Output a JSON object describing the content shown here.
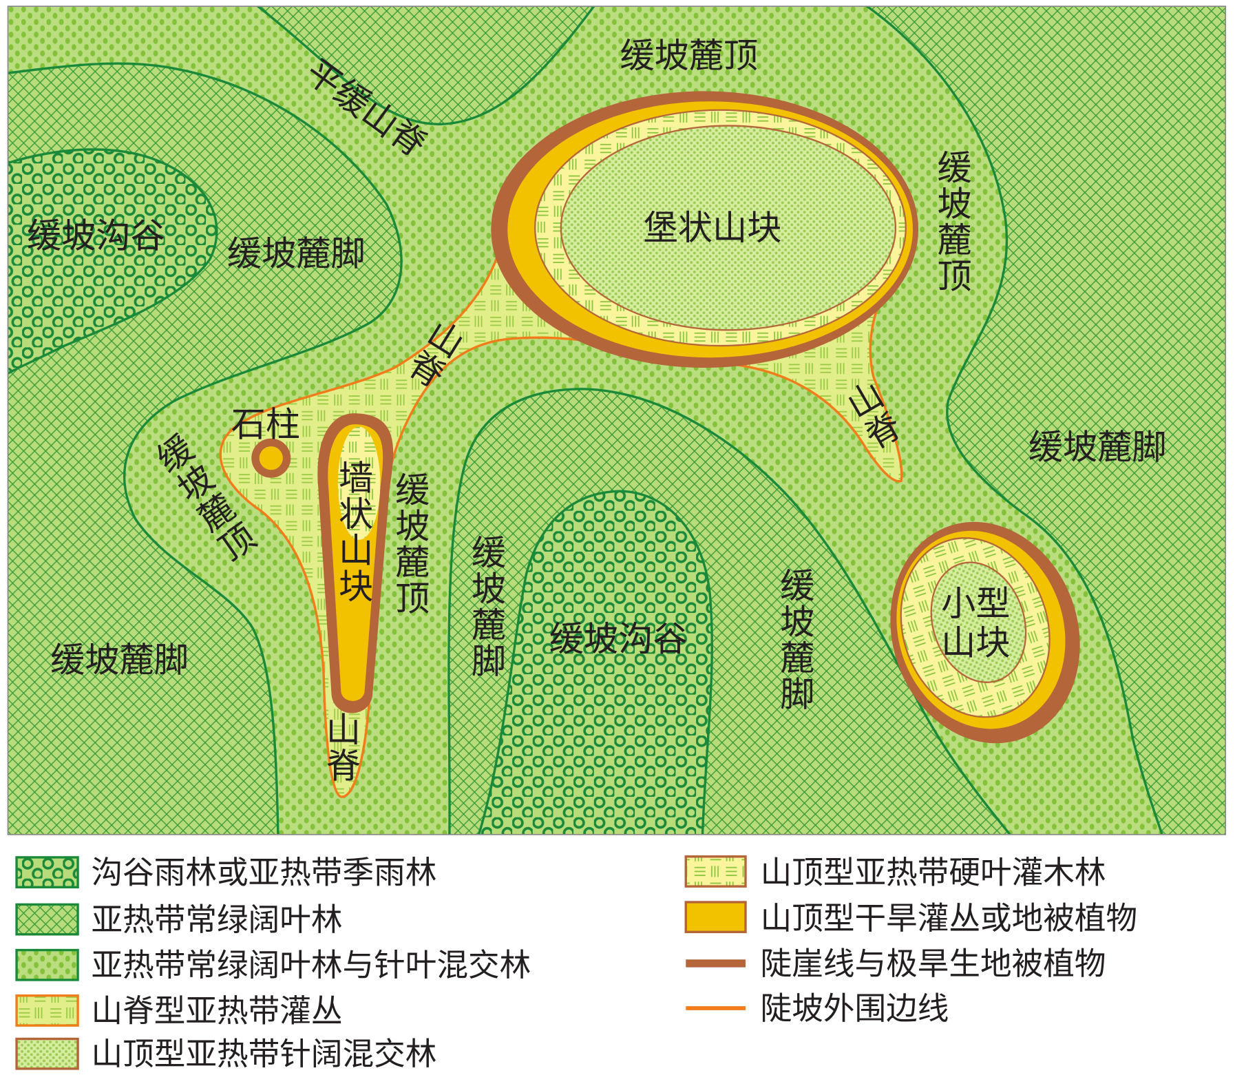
{
  "colors": {
    "rainforest_line": "#1a8a3a",
    "boundary_green": "#1a8a3a",
    "cliff_line": "#b5653a",
    "slope_outline": "#f07c1a",
    "dry_shrub": "#f2c200",
    "sclerophyll_bg": "#faf59c",
    "ridge_bg": "#e4ef8e",
    "forest_bg": "#b8dc7a"
  },
  "map": {
    "labels": {
      "top_summit": "缓坡麓顶",
      "gentle_ridge": "平缓山脊",
      "left_valley": "缓坡沟谷",
      "left_foot": "缓坡麓脚",
      "castle_massif": "堡状山块",
      "right_summit": "缓坡麓顶",
      "ridge_upper": "山脊",
      "stone_pillar": "石柱",
      "wall_massif": "墙状山块",
      "mid_summit": "缓坡麓顶",
      "left_summit": "缓坡麓顶",
      "ridge_right": "山脊",
      "right_foot": "缓坡麓脚",
      "mid_foot": "缓坡麓脚",
      "center_valley": "缓坡沟谷",
      "center_right_foot": "缓坡麓脚",
      "small_massif_1": "小型",
      "small_massif_2": "山块",
      "bottom_left_foot": "缓坡麓脚",
      "ridge_bottom": "山脊"
    }
  },
  "legend": {
    "left": [
      {
        "label": "沟谷雨林或亚热带季雨林",
        "swatch": "rainforest"
      },
      {
        "label": "亚热带常绿阔叶林",
        "swatch": "broadleaf"
      },
      {
        "label": "亚热带常绿阔叶林与针叶混交林",
        "swatch": "mixed"
      },
      {
        "label": "山脊型亚热带灌丛",
        "swatch": "ridge-shrub"
      },
      {
        "label": "山顶型亚热带针阔混交林",
        "swatch": "summit-mixed"
      }
    ],
    "right": [
      {
        "label": "山顶型亚热带硬叶灌木林",
        "swatch": "sclerophyll"
      },
      {
        "label": "山顶型干旱灌丛或地被植物",
        "swatch": "dry-shrub"
      },
      {
        "label": "陡崖线与极旱生地被植物",
        "swatch": "cliff-line"
      },
      {
        "label": "陡坡外围边线",
        "swatch": "slope-outline"
      }
    ]
  }
}
